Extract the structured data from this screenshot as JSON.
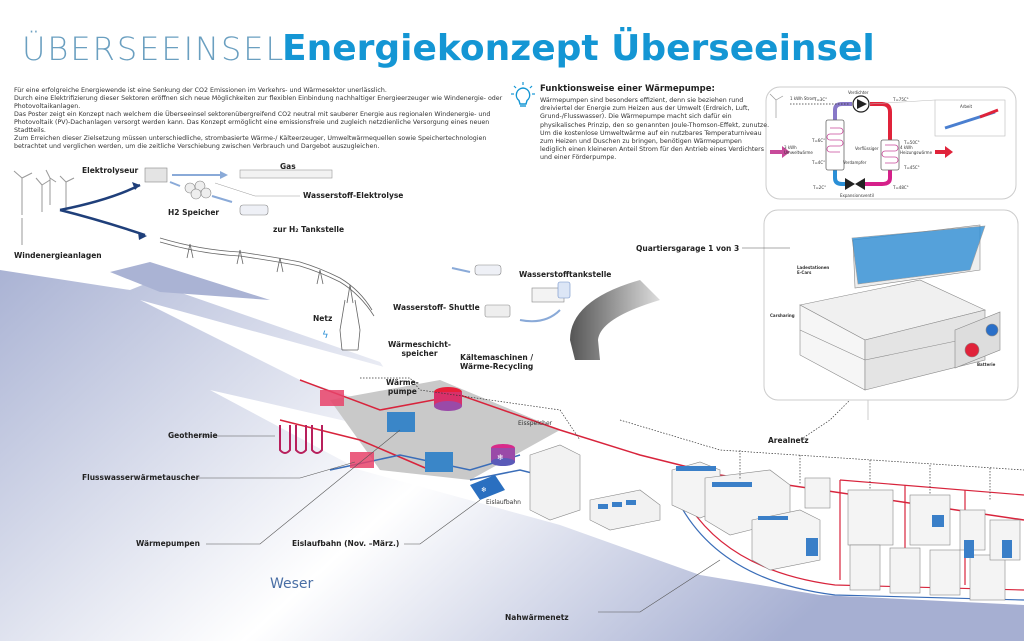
{
  "header": {
    "logo_text": "ÜBERSEEINSEL",
    "title": "Energiekonzept Überseeinsel"
  },
  "intro": {
    "paragraphs": [
      "Für eine erfolgreiche Energiewende ist eine Senkung der CO2 Emissionen im Verkehrs- und Wärmesektor unerlässlich.",
      "Durch eine Elektrifizierung dieser Sektoren eröffnen sich neue Möglichkeiten zur flexiblen Einbindung nachhaltiger Energieerzeuger wie Windenergie- oder Photovoltaikanlagen.",
      "Das Poster zeigt ein Konzept nach welchem die Überseeinsel sektorenübergreifend CO2 neutral mit sauberer Energie aus regionalen Windenergie- und Photovoltaik (PV)-Dachanlagen versorgt werden kann. Das Konzept ermöglicht eine emissionsfreie und zugleich netzdienliche Versorgung eines neuen Stadtteils.",
      "Zum Erreichen dieser Zielsetzung müssen unterschiedliche, strombasierte Wärme-/ Kälteerzeuger, Umweltwärmequellen sowie Speichertechnologien betrachtet und verglichen werden, um die zeitliche Verschiebung zwischen Verbrauch und Dargebot auszugleichen."
    ]
  },
  "heat_pump_info": {
    "icon": "lightbulb-icon",
    "title": "Funktionsweise einer Wärmepumpe:",
    "text": "Wärmepumpen sind besonders effizient, denn sie beziehen rund dreiviertel der Energie zum Heizen aus der Umwelt (Erdreich, Luft, Grund-/Flusswasser). Die Wärmepumpe macht sich dafür ein physikalisches Prinzip, den so genannten Joule-Thomson-Effekt, zunutze. Um die kostenlose Umweltwärme auf ein nutzbares Temperaturniveau zum Heizen und Duschen zu bringen, benötigen Wärmepumpen lediglich einen kleineren Anteil Strom für den Antrieb eines Verdichters und einer Förderpumpe."
  },
  "heat_pump_diagram": {
    "strom": "1 kWh Strom",
    "verdichter": "Verdichter",
    "verfluessiger": "Verflüssiger",
    "verdampfer": "Verdampfer",
    "expansionsventil": "Expansionsventil",
    "arbeit": "Arbeit",
    "umweltwaerme": "3 kWh Umweltwärme",
    "heizungswaerme": "4 kWh Heizungswärme",
    "temps": {
      "t_top_left": "T=3C°",
      "t_top_right": "T=75C°",
      "t_in_left": "T=6C°",
      "t_out_left": "T=4C°",
      "t_out_right": "T=50C°",
      "t_in_right": "T=45C°",
      "t_bottom_left": "T=2C°",
      "t_bottom_right": "T=48C°"
    },
    "colors": {
      "hot": "#e0233a",
      "warm": "#d6208a",
      "cold": "#2a8fd6",
      "cool": "#8878c8"
    }
  },
  "labels": {
    "windenergieanlagen": "Windenergieanlagen",
    "elektrolyseur": "Elektrolyseur",
    "gas": "Gas",
    "wasserstoff_elektrolyse": "Wasserstoff-Elektrolyse",
    "h2_speicher": "H2 Speicher",
    "zur_tankstelle": "zur H₂ Tankstelle",
    "netz": "Netz",
    "wasserstofftankstelle": "Wasserstofftankstelle",
    "wasserstoff_shuttle": "Wasserstoff- Shuttle",
    "waermeschichtspeicher": "Wärmeschicht-\nspeicher",
    "kaeltemaschinen": "Kältemaschinen /\nWärme-Recycling",
    "waermepumpe": "Wärme-\npumpe",
    "geothermie": "Geothermie",
    "flusswasserwaermetauscher": "Flusswasserwärmetauscher",
    "waermepumpen": "Wärmepumpen",
    "eislaufbahn_season": "Eislaufbahn (Nov. –März.)",
    "eisspeicher": "Eisspeicher",
    "eislaufbahn": "Eislaufbahn",
    "weser": "Weser",
    "nahwaermenetz": "Nahwärmenetz",
    "arealnetz": "Arealnetz",
    "quartiersgarage": "Quartiersgarage 1 von 3",
    "ladestationen": "Ladestationen E-Cars",
    "carsharing": "Carsharing",
    "batterie": "Batterie"
  },
  "colors": {
    "brand_blue": "#1496d4",
    "river": "#b4bcd8",
    "pipe_hot": "#d8243c",
    "pipe_cold": "#3a6db8",
    "pv_blue": "#2f8fd6"
  }
}
